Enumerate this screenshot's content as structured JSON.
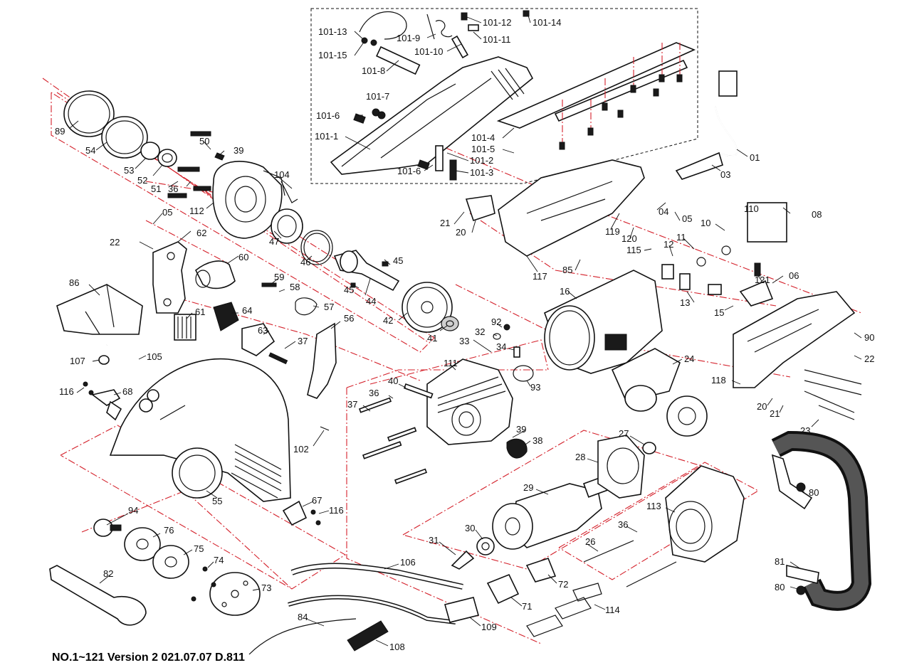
{
  "footer": "NO.1~121  Version 2 021.07.07 D.811",
  "colors": {
    "assembly_line": "#d4202a",
    "outline": "#111111",
    "background": "#ffffff"
  },
  "labels": {
    "l101_1": "101-1",
    "l101_2": "101-2",
    "l101_3": "101-3",
    "l101_4": "101-4",
    "l101_5": "101-5",
    "l101_6a": "101-6",
    "l101_6b": "101-6",
    "l101_7": "101-7",
    "l101_8": "101-8",
    "l101_9": "101-9",
    "l101_10": "101-10",
    "l101_11": "101-11",
    "l101_12": "101-12",
    "l101_13": "101-13",
    "l101_14": "101-14",
    "l101_15": "101-15",
    "l89": "89",
    "l54": "54",
    "l53": "53",
    "l52": "52",
    "l51": "51",
    "l36a": "36",
    "l50": "50",
    "l39a": "39",
    "l104": "104",
    "l112": "112",
    "l05a": "05",
    "l22a": "22",
    "l62": "62",
    "l60": "60",
    "l47": "47",
    "l46": "46",
    "l45a": "45",
    "l45b": "45",
    "l44": "44",
    "l59": "59",
    "l58": "58",
    "l86": "86",
    "l61": "61",
    "l64": "64",
    "l57": "57",
    "l56": "56",
    "l42": "42",
    "l41": "41",
    "l63": "63",
    "l37a": "37",
    "l107": "107",
    "l105": "105",
    "l116a": "116",
    "l68": "68",
    "l102": "102",
    "l55": "55",
    "l67": "67",
    "l116b": "116",
    "l94": "94",
    "l76": "76",
    "l75": "75",
    "l74": "74",
    "l82": "82",
    "l73": "73",
    "l92": "92",
    "l32": "32",
    "l33": "33",
    "l34": "34",
    "l93": "93",
    "l111": "111",
    "l40": "40",
    "l36b": "36",
    "l37b": "37",
    "l39b": "39",
    "l38": "38",
    "l21a": "21",
    "l20a": "20",
    "l117": "117",
    "l119": "119",
    "l120": "120",
    "l04": "04",
    "l05b": "05",
    "l01": "01",
    "l03": "03",
    "l110": "110",
    "l08": "08",
    "l10": "10",
    "l11": "11",
    "l12": "12",
    "l115": "115",
    "l85": "85",
    "l16": "16",
    "l13": "13",
    "l15": "15",
    "l121": "121",
    "l06": "06",
    "l90": "90",
    "l22b": "22",
    "l24": "24",
    "l118": "118",
    "l20b": "20",
    "l21b": "21",
    "l23": "23",
    "l27": "27",
    "l28": "28",
    "l29": "29",
    "l30": "30",
    "l31": "31",
    "l113": "113",
    "l36c": "36",
    "l26": "26",
    "l106": "106",
    "l72": "72",
    "l71": "71",
    "l114": "114",
    "l109": "109",
    "l84": "84",
    "l108": "108",
    "l80a": "80",
    "l81": "81",
    "l80b": "80"
  }
}
